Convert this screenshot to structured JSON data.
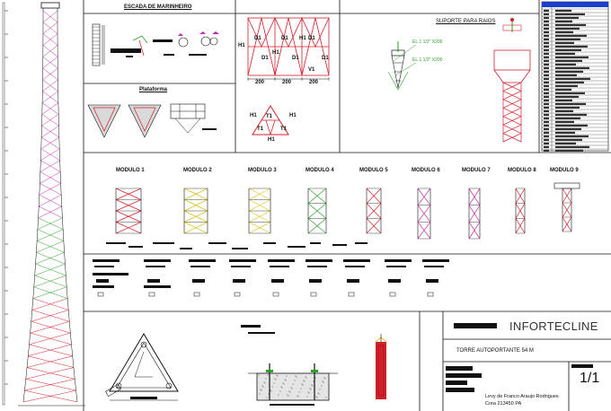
{
  "title_block": {
    "company": "INFORTECLINE",
    "drawing_title": "TORRE AUTOPORTANTE 54 M",
    "sheet_number": "1/1",
    "author": "Levy de Franco Araujo Rodrigues",
    "registration": "Crea 213450 PA"
  },
  "sections": {
    "ladder": "ESCADA DE MARINHEIRO",
    "platform": "Plataforma",
    "lightning_support": "SUPORTE PARA RAIOS"
  },
  "modules": [
    "MODULO 1",
    "MODULO 2",
    "MODULO 3",
    "MODULO 4",
    "MODULO 5",
    "MODULO 6",
    "MODULO 7",
    "MODULO 8",
    "MODULO 9"
  ],
  "bracing_labels": {
    "d1": "D1",
    "h1": "H1",
    "v1": "V1",
    "t1": "T1",
    "dim_200": "200"
  },
  "support_notes": [
    "EL.1 1/2\" X200",
    "EL.1 1/2\" X200"
  ],
  "colors": {
    "line": "#111111",
    "red": "#d0202a",
    "green": "#2aa02a",
    "yellow": "#d8c21a",
    "magenta": "#c02aa8",
    "blue": "#1a3fd0"
  }
}
